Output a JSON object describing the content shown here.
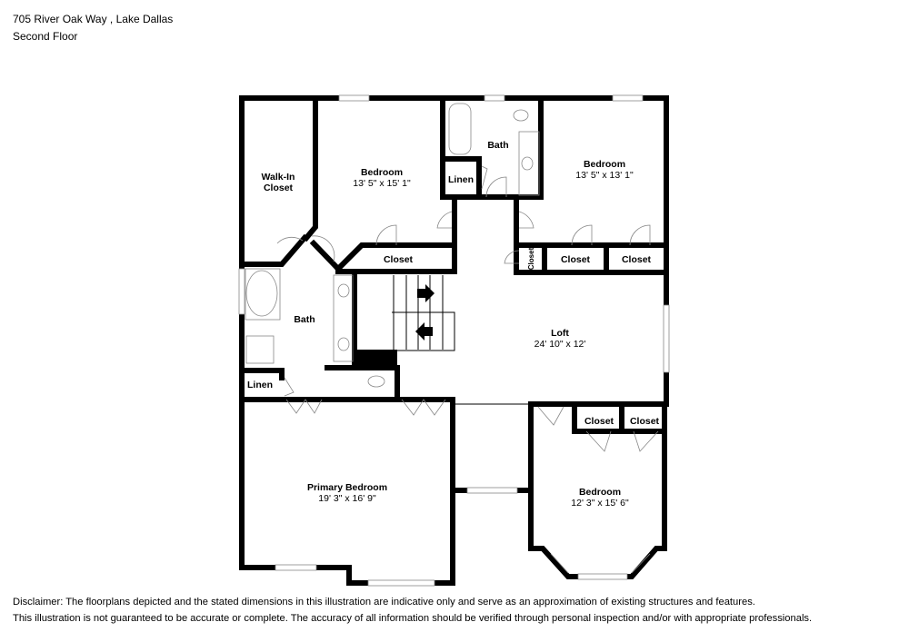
{
  "header": {
    "address": "705 River Oak Way , Lake Dallas",
    "floor": "Second Floor"
  },
  "rooms": {
    "walkin": {
      "name_line1": "Walk-In",
      "name_line2": "Closet"
    },
    "bedroom_nw": {
      "name": "Bedroom",
      "dims": "13' 5\" x 15' 1\""
    },
    "bath_top": {
      "name": "Bath"
    },
    "linen_top": {
      "name": "Linen"
    },
    "bedroom_ne": {
      "name": "Bedroom",
      "dims": "13' 5\" x 13' 1\""
    },
    "closet_nw": {
      "name": "Closet"
    },
    "closet_small": {
      "name": "Closet"
    },
    "closet_ne1": {
      "name": "Closet"
    },
    "closet_ne2": {
      "name": "Closet"
    },
    "bath_primary": {
      "name": "Bath"
    },
    "linen_primary": {
      "name": "Linen"
    },
    "loft": {
      "name": "Loft",
      "dims": "24' 10\" x 12'"
    },
    "primary": {
      "name": "Primary Bedroom",
      "dims": "19' 3\" x 16' 9\""
    },
    "bedroom_se": {
      "name": "Bedroom",
      "dims": "12' 3\" x 15' 6\""
    },
    "closet_se1": {
      "name": "Closet"
    },
    "closet_se2": {
      "name": "Closet"
    }
  },
  "disclaimer": {
    "line1": "Disclaimer: The floorplans depicted and the stated dimensions in this illustration are indicative only and serve as an approximation of existing structures and features.",
    "line2": "This illustration is not guaranteed to be accurate or complete. The accuracy of all information should be verified through personal inspection and/or with appropriate professionals."
  }
}
